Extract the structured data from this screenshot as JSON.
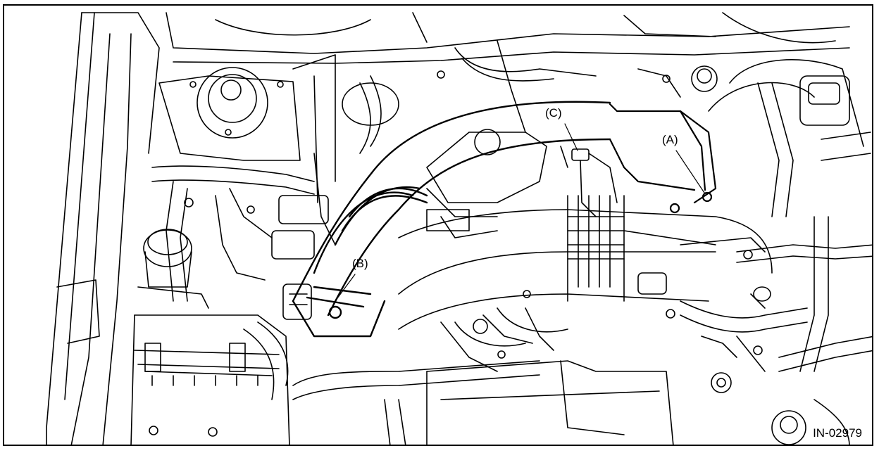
{
  "figure": {
    "id": "IN-02979",
    "callouts": {
      "a": "(A)",
      "b": "(B)",
      "c": "(C)"
    },
    "colors": {
      "line": "#000000",
      "background": "#ffffff"
    }
  }
}
